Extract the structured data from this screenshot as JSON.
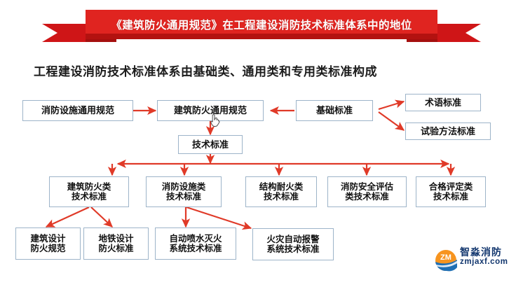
{
  "banner": {
    "title": "《建筑防火通用规范》在工程建设消防技术标准体系中的地位",
    "color": "#e02420",
    "fold_color": "#a5100f",
    "tail_color": "#cf1517"
  },
  "subtitle": "工程建设消防技术标准体系由基础类、通用类和专用类标准构成",
  "diagram": {
    "arrow_color": "#e03a28",
    "box_border_color": "#9db4c9",
    "row_general": [
      {
        "id": "fire-facility-general-code",
        "label": "消防设施通用规范"
      },
      {
        "id": "building-fire-general-code",
        "label": "建筑防火通用规范"
      },
      {
        "id": "basic-standard",
        "label": "基础标准"
      }
    ],
    "row_basic_branches": [
      {
        "id": "terminology-standard",
        "label": "术语标准"
      },
      {
        "id": "test-method-standard",
        "label": "试验方法标准"
      }
    ],
    "hub": {
      "id": "technical-standard",
      "label": "技术标准"
    },
    "row_categories": [
      {
        "id": "building-fire-category",
        "label": "建筑防火类\n技术标准"
      },
      {
        "id": "fire-facility-category",
        "label": "消防设施类\n技术标准"
      },
      {
        "id": "structure-fire-resistance-category",
        "label": "结构耐火类\n技术标准"
      },
      {
        "id": "fire-safety-assessment-category",
        "label": "消防安全评估\n类技术标准"
      },
      {
        "id": "conformity-assessment-category",
        "label": "合格评定类\n技术标准"
      }
    ],
    "row_examples": [
      {
        "id": "building-design-fire-code",
        "label": "建筑设计\n防火规范"
      },
      {
        "id": "metro-design-fire-standard",
        "label": "地铁设计\n防火标准"
      },
      {
        "id": "sprinkler-system-standard",
        "label": "自动喷水灭火\n系统技术标准"
      },
      {
        "id": "fire-alarm-system-standard",
        "label": "火灾自动报警\n系统技术标准"
      }
    ]
  },
  "logo": {
    "brand_cn": "智淼消防",
    "url": "zmjaxf.com",
    "brand_color": "#12366e",
    "accent_color": "#f7941e"
  }
}
